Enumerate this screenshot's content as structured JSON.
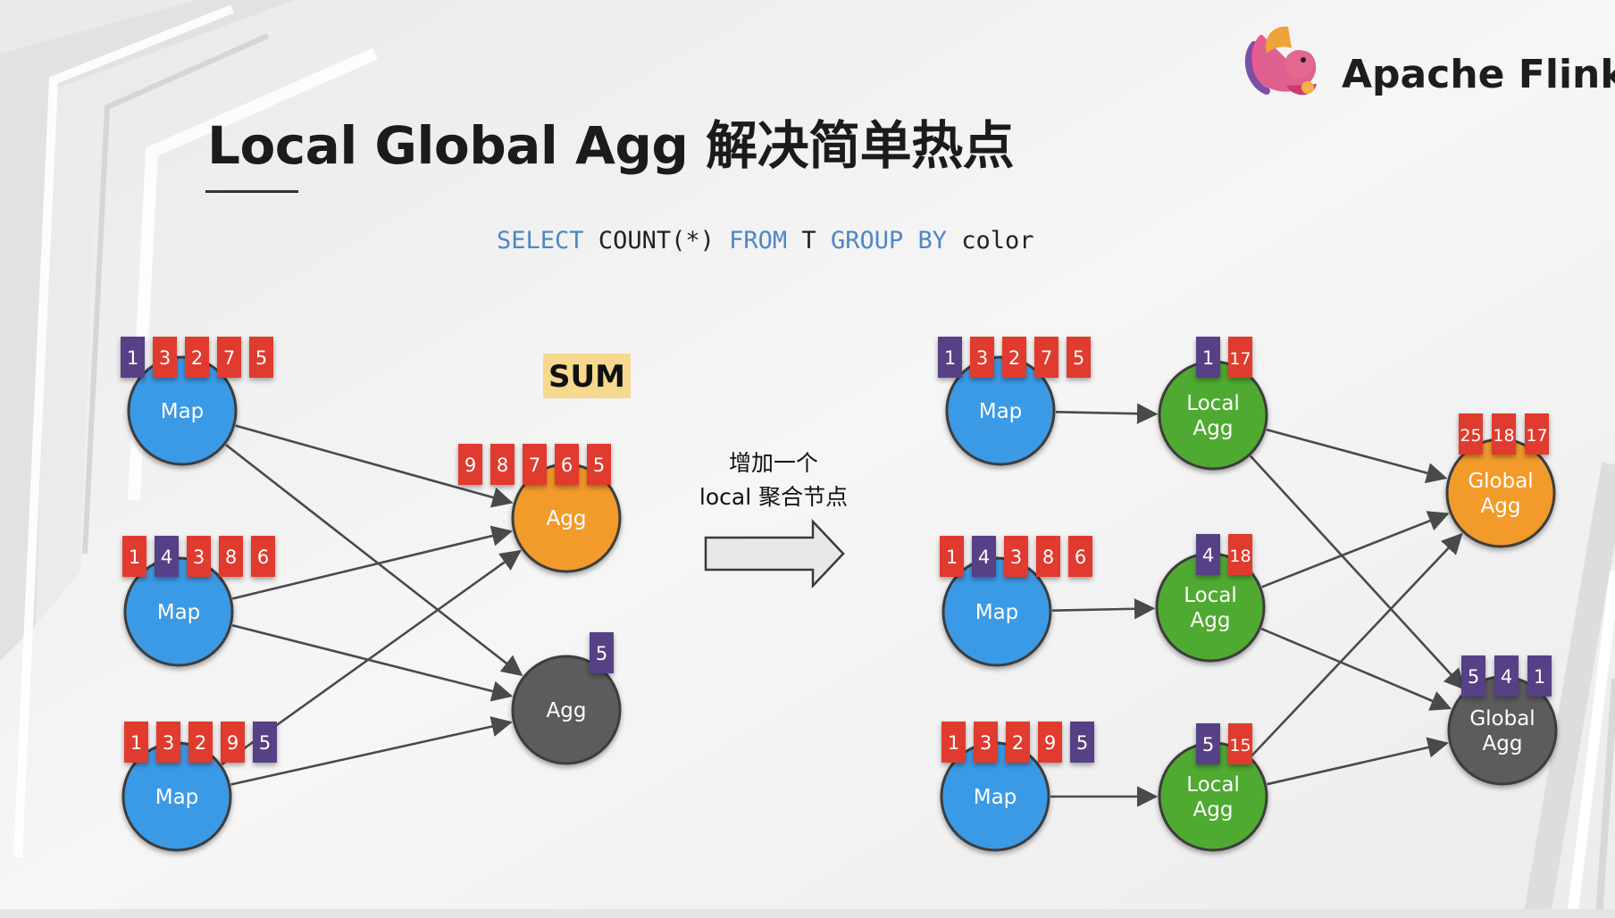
{
  "slide": {
    "title": "Local Global Agg 解决简单热点",
    "brand": "Apache Flink",
    "sql": {
      "kw_select": "SELECT",
      "expr": "COUNT(*)",
      "kw_from": "FROM",
      "table": "T",
      "kw_group_by": "GROUP BY",
      "column": "color"
    },
    "transition": {
      "line1": "增加一个",
      "line2": "local 聚合节点"
    },
    "sum_label": "SUM"
  },
  "colors": {
    "map": "#3a9ae6",
    "agg_orange": "#f29a2c",
    "agg_gray": "#5c5c5c",
    "local": "#4faa31",
    "red": "#e03a2f",
    "purple": "#573f86",
    "sum_bg": "#f7d88f"
  },
  "left": {
    "nodes": [
      {
        "id": "m1",
        "label": "Map",
        "fill": "map"
      },
      {
        "id": "m2",
        "label": "Map",
        "fill": "map"
      },
      {
        "id": "m3",
        "label": "Map",
        "fill": "map"
      },
      {
        "id": "a1",
        "label": "Agg",
        "fill": "agg_orange"
      },
      {
        "id": "a2",
        "label": "Agg",
        "fill": "agg_gray"
      }
    ],
    "edges": [
      [
        "m1",
        "a1"
      ],
      [
        "m1",
        "a2"
      ],
      [
        "m2",
        "a1"
      ],
      [
        "m2",
        "a2"
      ],
      [
        "m3",
        "a1"
      ],
      [
        "m3",
        "a2"
      ]
    ],
    "tokens": [
      {
        "node": "m1",
        "items": [
          [
            "1",
            "purple"
          ],
          [
            "3",
            "red"
          ],
          [
            "2",
            "red"
          ],
          [
            "7",
            "red"
          ],
          [
            "5",
            "red"
          ]
        ]
      },
      {
        "node": "m2",
        "items": [
          [
            "1",
            "red"
          ],
          [
            "4",
            "purple"
          ],
          [
            "3",
            "red"
          ],
          [
            "8",
            "red"
          ],
          [
            "6",
            "red"
          ]
        ]
      },
      {
        "node": "m3",
        "items": [
          [
            "1",
            "red"
          ],
          [
            "3",
            "red"
          ],
          [
            "2",
            "red"
          ],
          [
            "9",
            "red"
          ],
          [
            "5",
            "purple"
          ]
        ]
      },
      {
        "node": "a1",
        "items": [
          [
            "9",
            "red"
          ],
          [
            "8",
            "red"
          ],
          [
            "7",
            "red"
          ],
          [
            "6",
            "red"
          ],
          [
            "5",
            "red"
          ]
        ]
      },
      {
        "node": "a2",
        "items": [
          [
            "5",
            "purple"
          ]
        ]
      }
    ]
  },
  "right": {
    "nodes": [
      {
        "id": "rm1",
        "label": "Map",
        "fill": "map"
      },
      {
        "id": "rm2",
        "label": "Map",
        "fill": "map"
      },
      {
        "id": "rm3",
        "label": "Map",
        "fill": "map"
      },
      {
        "id": "l1",
        "label": "Local\nAgg",
        "fill": "local"
      },
      {
        "id": "l2",
        "label": "Local\nAgg",
        "fill": "local"
      },
      {
        "id": "l3",
        "label": "Local\nAgg",
        "fill": "local"
      },
      {
        "id": "g1",
        "label": "Global\nAgg",
        "fill": "agg_orange"
      },
      {
        "id": "g2",
        "label": "Global\nAgg",
        "fill": "agg_gray"
      }
    ],
    "edges": [
      [
        "rm1",
        "l1"
      ],
      [
        "rm2",
        "l2"
      ],
      [
        "rm3",
        "l3"
      ],
      [
        "l1",
        "g1"
      ],
      [
        "l1",
        "g2"
      ],
      [
        "l2",
        "g1"
      ],
      [
        "l2",
        "g2"
      ],
      [
        "l3",
        "g1"
      ],
      [
        "l3",
        "g2"
      ]
    ],
    "tokens": [
      {
        "node": "rm1",
        "items": [
          [
            "1",
            "purple"
          ],
          [
            "3",
            "red"
          ],
          [
            "2",
            "red"
          ],
          [
            "7",
            "red"
          ],
          [
            "5",
            "red"
          ]
        ]
      },
      {
        "node": "rm2",
        "items": [
          [
            "1",
            "red"
          ],
          [
            "4",
            "purple"
          ],
          [
            "3",
            "red"
          ],
          [
            "8",
            "red"
          ],
          [
            "6",
            "red"
          ]
        ]
      },
      {
        "node": "rm3",
        "items": [
          [
            "1",
            "red"
          ],
          [
            "3",
            "red"
          ],
          [
            "2",
            "red"
          ],
          [
            "9",
            "red"
          ],
          [
            "5",
            "purple"
          ]
        ]
      },
      {
        "node": "l1",
        "items": [
          [
            "1",
            "purple"
          ],
          [
            "17",
            "red"
          ]
        ]
      },
      {
        "node": "l2",
        "items": [
          [
            "4",
            "purple"
          ],
          [
            "18",
            "red"
          ]
        ]
      },
      {
        "node": "l3",
        "items": [
          [
            "5",
            "purple"
          ],
          [
            "15",
            "red"
          ]
        ]
      },
      {
        "node": "g1",
        "items": [
          [
            "25",
            "red"
          ],
          [
            "18",
            "red"
          ],
          [
            "17",
            "red"
          ]
        ]
      },
      {
        "node": "g2",
        "items": [
          [
            "5",
            "purple"
          ],
          [
            "4",
            "purple"
          ],
          [
            "1",
            "purple"
          ]
        ]
      }
    ]
  }
}
